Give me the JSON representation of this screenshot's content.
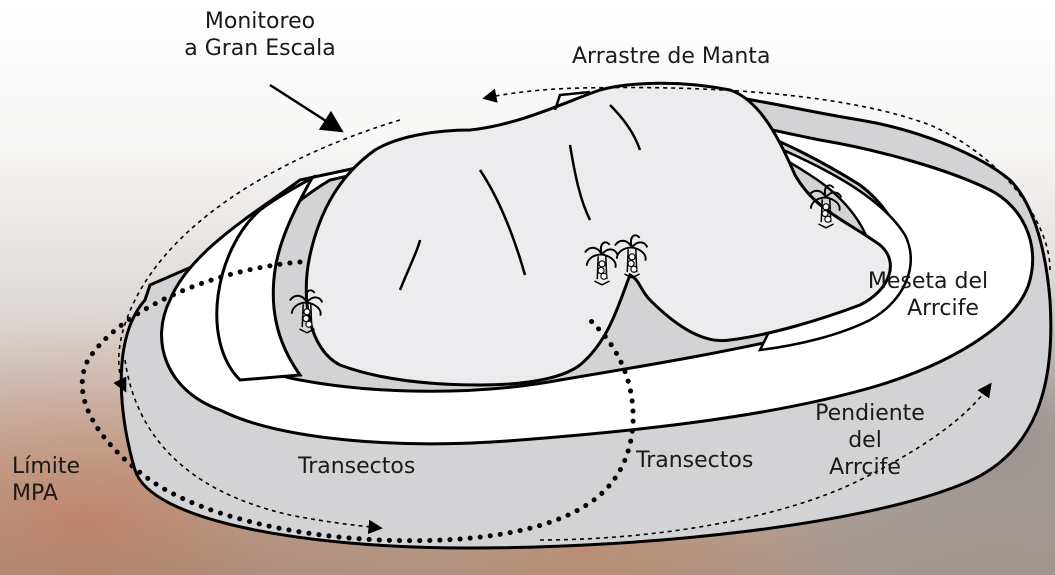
{
  "labels": {
    "large_scale_monitoring": [
      "Monitoreo",
      "a Gran Escala"
    ],
    "manta_tow": "Arrastre de Manta",
    "reef_flat": [
      "Meseta del",
      "Arrcife"
    ],
    "reef_slope": [
      "Pendiente",
      "del",
      "Arrcife"
    ],
    "transects_left": "Transectos",
    "transects_right": "Transectos",
    "mpa_boundary": [
      "Límite",
      "MPA"
    ]
  },
  "colors": {
    "outline": "#000000",
    "shelf": "#d3d3d5",
    "flat": "#ffffff",
    "island": "#ececee",
    "bg_top": "#ffffff",
    "bg_bottom": "#9a8f88",
    "bg_warm": "#c96a3e"
  },
  "icons": [
    "coral-icon"
  ]
}
